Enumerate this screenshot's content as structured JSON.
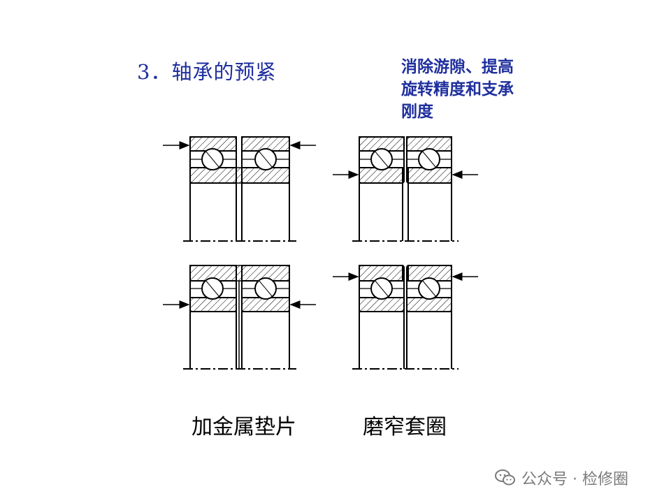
{
  "title": "3．轴承的预紧",
  "note": {
    "lines": [
      "消除游隙、提高",
      "旋转精度和支承",
      "刚度"
    ]
  },
  "captions": {
    "left": "加金属垫片",
    "right": "磨窄套圈"
  },
  "watermark": {
    "icon": "wechat-icon",
    "text": "公众号 · 检修圈"
  },
  "colors": {
    "title": "#1f2f9e",
    "line": "#000000",
    "watermark": "#7a7a7a"
  }
}
